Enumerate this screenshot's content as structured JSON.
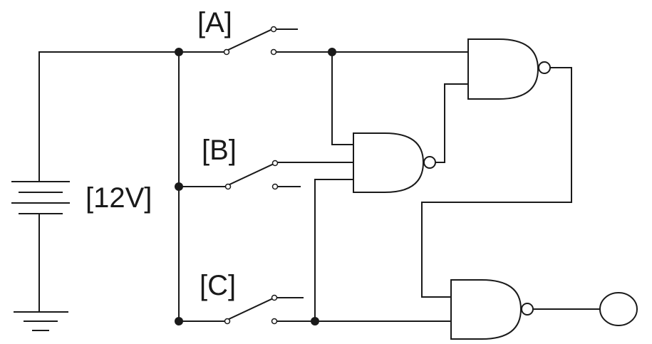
{
  "labels": {
    "switch_a": "[A]",
    "switch_b": "[B]",
    "switch_c": "[C]",
    "battery": "[12V]"
  },
  "colors": {
    "line": "#1a1a1a",
    "background": "#ffffff"
  }
}
